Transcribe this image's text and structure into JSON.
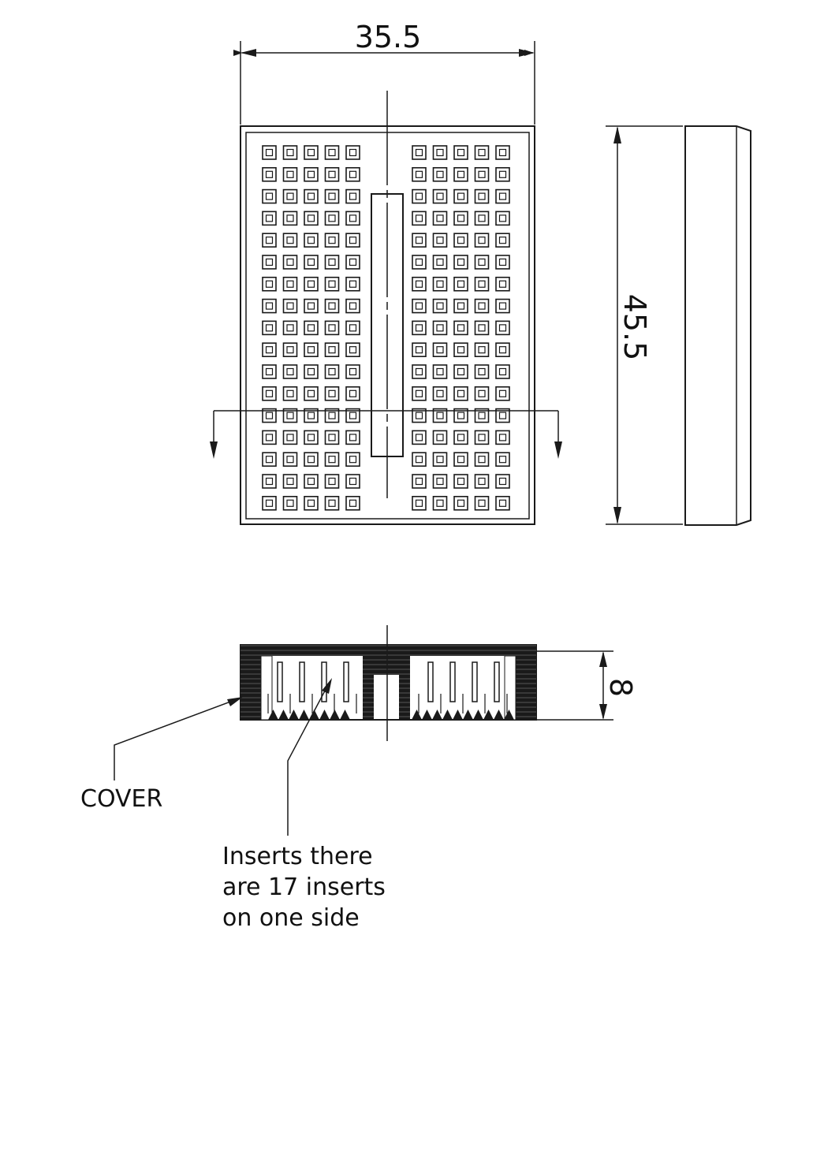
{
  "dimensions": {
    "width": "35.5",
    "height": "45.5",
    "thickness": "8"
  },
  "labels": {
    "cover": "COVER",
    "inserts_line1": "Inserts there",
    "inserts_line2": "are 17 inserts",
    "inserts_line3": "on one side"
  },
  "breadboard": {
    "rows": 17,
    "columns_per_side": 5,
    "sides": 2
  },
  "section": {
    "inserts_per_side_visible": 4
  }
}
